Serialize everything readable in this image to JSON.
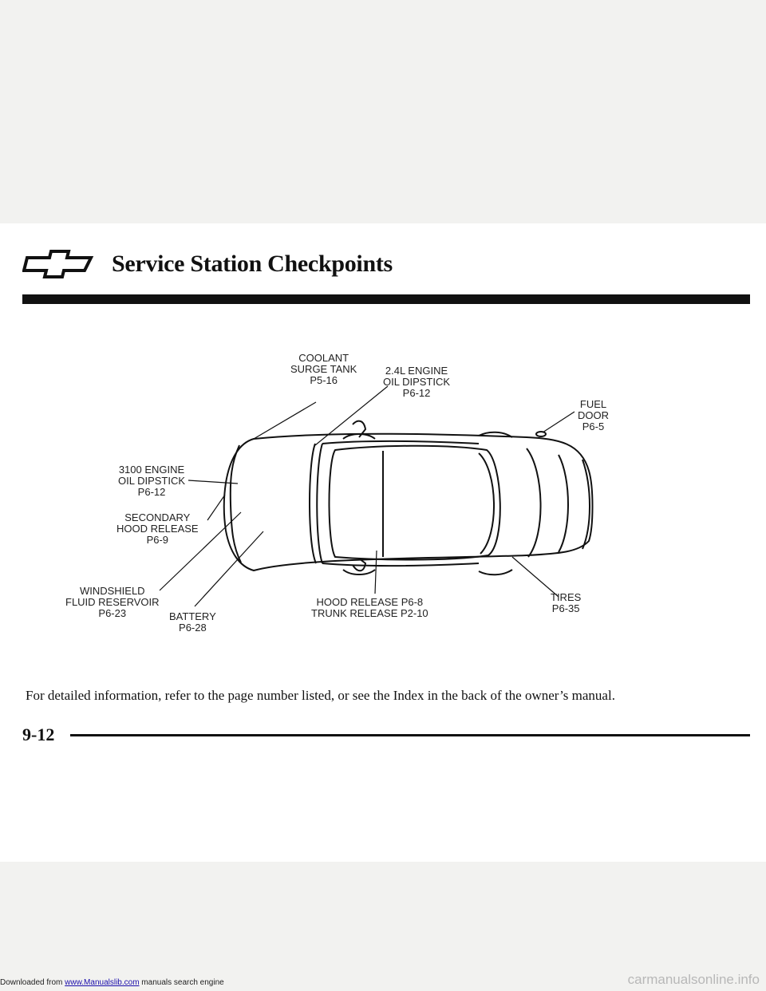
{
  "page": {
    "title": "Service Station Checkpoints",
    "footer_text": "For detailed information, refer to the page number listed, or see the Index in the back of the owner’s manual.",
    "page_number": "9-12"
  },
  "callouts": {
    "coolant": [
      "COOLANT",
      "SURGE TANK",
      "P5-16"
    ],
    "engine24": [
      "2.4L ENGINE",
      "OIL DIPSTICK",
      "P6-12"
    ],
    "fuel": [
      "FUEL",
      "DOOR",
      "P6-5"
    ],
    "engine3100": [
      "3100 ENGINE",
      "OIL DIPSTICK",
      "P6-12"
    ],
    "secondary": [
      "SECONDARY",
      "HOOD RELEASE",
      "P6-9"
    ],
    "windshield": [
      "WINDSHIELD",
      "FLUID RESERVOIR",
      "P6-23"
    ],
    "battery": [
      "BATTERY",
      "P6-28"
    ],
    "hood": [
      "HOOD RELEASE P6-8",
      "TRUNK RELEASE P2-10"
    ],
    "tires": [
      "TIRES",
      "P6-35"
    ]
  },
  "download": {
    "prefix": "Downloaded from ",
    "link": "www.Manualslib.com",
    "suffix": " manuals search engine"
  },
  "watermark": "carmanualsonline.info"
}
